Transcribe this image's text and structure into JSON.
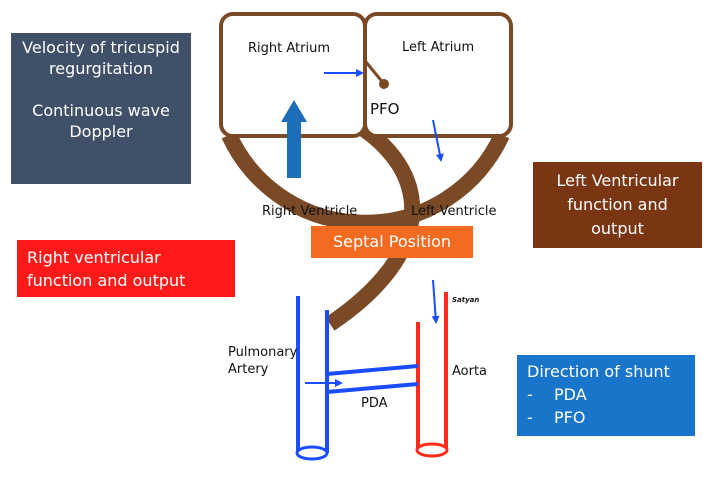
{
  "labels": {
    "right_atrium": "Right Atrium",
    "left_atrium": "Left Atrium",
    "pfo": "PFO",
    "right_ventricle": "Right Ventricle",
    "left_ventricle": "Left Ventricle",
    "pulmonary_artery_line1": "Pulmonary",
    "pulmonary_artery_line2": "Artery",
    "aorta": "Aorta",
    "pda": "PDA",
    "signature": "Satyan"
  },
  "boxes": {
    "velocity": {
      "line1": "Velocity of tricuspid",
      "line2": "regurgitation",
      "line3": "Continuous wave",
      "line4": "Doppler"
    },
    "right_ventricular": {
      "line1": "Right ventricular",
      "line2": "function and output"
    },
    "left_ventricular": {
      "line1": "Left Ventricular",
      "line2": "function and",
      "line3": "output"
    },
    "septal": {
      "label": "Septal Position"
    },
    "shunt": {
      "title": "Direction of shunt",
      "bullet": "-",
      "items": [
        "PDA",
        "PFO"
      ]
    }
  },
  "colors": {
    "heart_wall": "#7a4a26",
    "pulmonary_vessel": "#1a4dff",
    "aorta_vessel": "#ff2a1a",
    "flow_arrow": "#1a4dff",
    "rv_arrow": "#1f6fb8",
    "velocity_box": "#3f5068",
    "rv_box": "#ff1a1a",
    "lv_box": "#7a3512",
    "septal_box": "#f26b21",
    "shunt_box": "#1975c9"
  }
}
